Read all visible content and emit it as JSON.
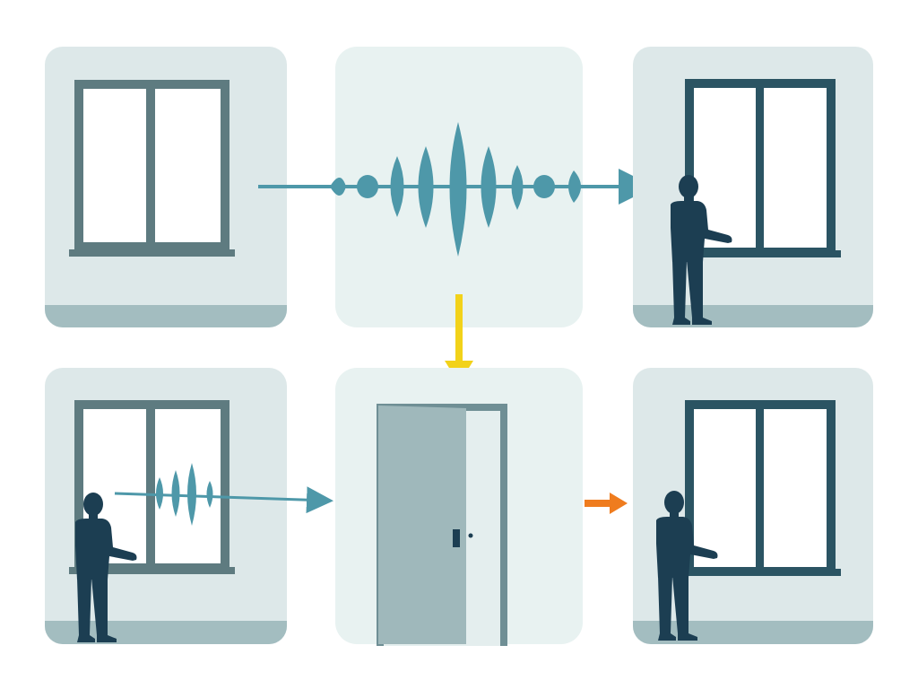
{
  "colors": {
    "page_background": "#ffffff",
    "panel_fill": "#dde8e9",
    "panel_fill_center": "#e8f2f1",
    "floor_band": "#a3bdc0",
    "window_frame_light": "#5e7b80",
    "window_frame_dark": "#2b5463",
    "window_glass": "#ffffff",
    "person": "#1c3e52",
    "sound_wave": "#4e98a9",
    "arrow_teal": "#4e98a9",
    "arrow_yellow": "#f2d21a",
    "arrow_orange": "#ef7c1e",
    "door_fill": "#9fb8bb",
    "door_frame": "#6f8f95",
    "door_inside": "#e4eeee"
  },
  "panels": [
    {
      "id": "top-left",
      "content": "closed-window"
    },
    {
      "id": "top-center",
      "content": "sound-wave"
    },
    {
      "id": "top-right",
      "content": "window-with-person"
    },
    {
      "id": "bottom-left",
      "content": "person-at-window-with-sound"
    },
    {
      "id": "bottom-center",
      "content": "open-door"
    },
    {
      "id": "bottom-right",
      "content": "window-with-person"
    }
  ],
  "icons": [
    "window-icon",
    "sound-wave-icon",
    "person-icon",
    "door-icon",
    "arrow-right-icon",
    "arrow-down-icon"
  ]
}
